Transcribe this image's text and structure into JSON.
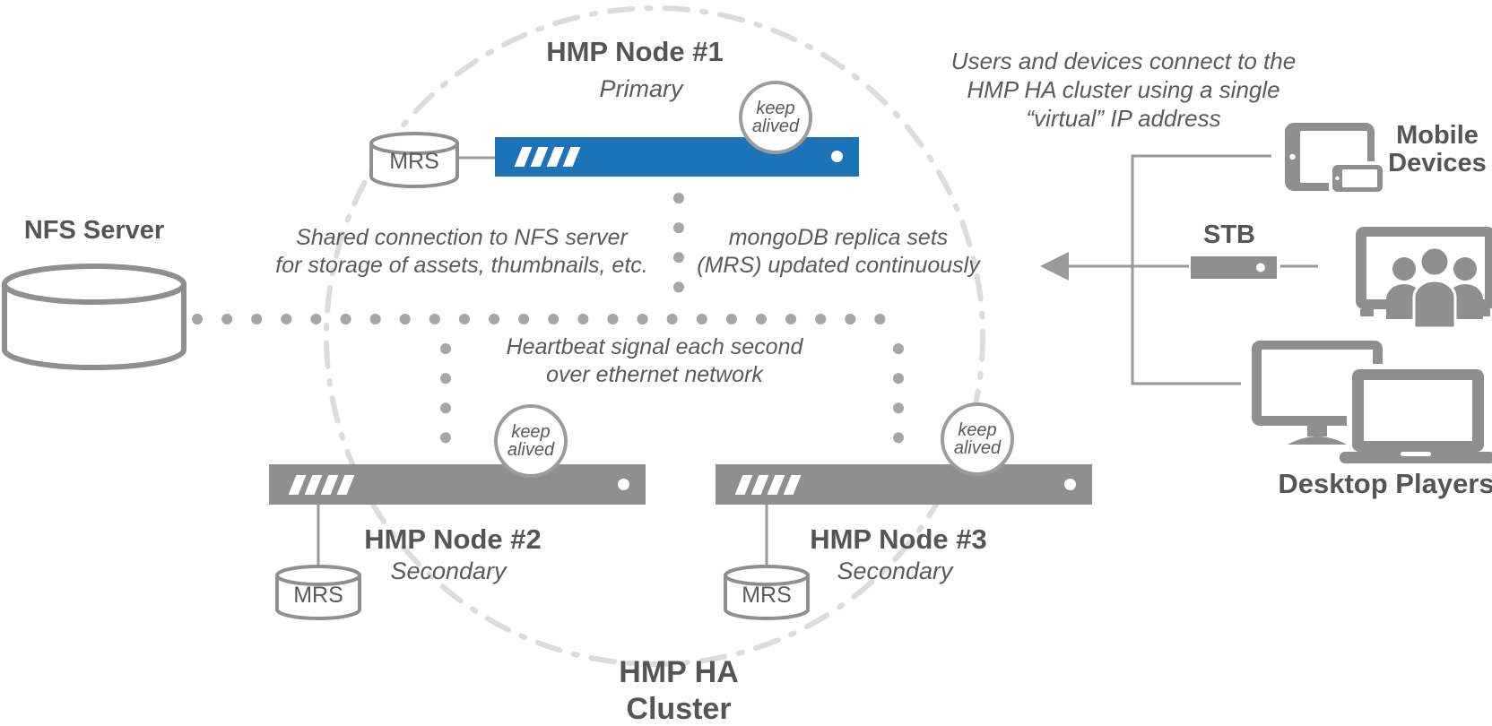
{
  "colors": {
    "blue": "#1b73b8",
    "gray": "#8f8f8f",
    "text_dark": "#555555",
    "text_body": "#5a5a5a",
    "dots": "#a6a6a6",
    "dashed_circle": "#dcdcdc",
    "line": "#9a9a9a"
  },
  "cluster_label": {
    "line1": "HMP HA",
    "line2": "Cluster"
  },
  "nfs": {
    "label": "NFS Server"
  },
  "nodes": {
    "node1": {
      "title": "HMP Node #1",
      "role": "Primary",
      "mrs": "MRS",
      "keepalive": {
        "line1": "keep",
        "line2": "alived"
      }
    },
    "node2": {
      "title": "HMP Node #2",
      "role": "Secondary",
      "mrs": "MRS",
      "keepalive": {
        "line1": "keep",
        "line2": "alived"
      }
    },
    "node3": {
      "title": "HMP Node #3",
      "role": "Secondary",
      "mrs": "MRS",
      "keepalive": {
        "line1": "keep",
        "line2": "alived"
      }
    }
  },
  "annotations": {
    "shared_connection": {
      "line1": "Shared connection to NFS server",
      "line2": "for storage of assets, thumbnails, etc."
    },
    "mongodb": {
      "line1": "mongoDB replica sets",
      "line2": "(MRS) updated continuously"
    },
    "heartbeat": {
      "line1": "Heartbeat signal each second",
      "line2": "over ethernet network"
    },
    "virtual_ip": {
      "line1": "Users and devices connect to the",
      "line2": "HMP HA cluster using a single",
      "line3": "“virtual” IP address"
    }
  },
  "devices": {
    "mobile": {
      "line1": "Mobile",
      "line2": "Devices"
    },
    "stb": {
      "label": "STB"
    },
    "desktop": {
      "label": "Desktop Players"
    }
  }
}
